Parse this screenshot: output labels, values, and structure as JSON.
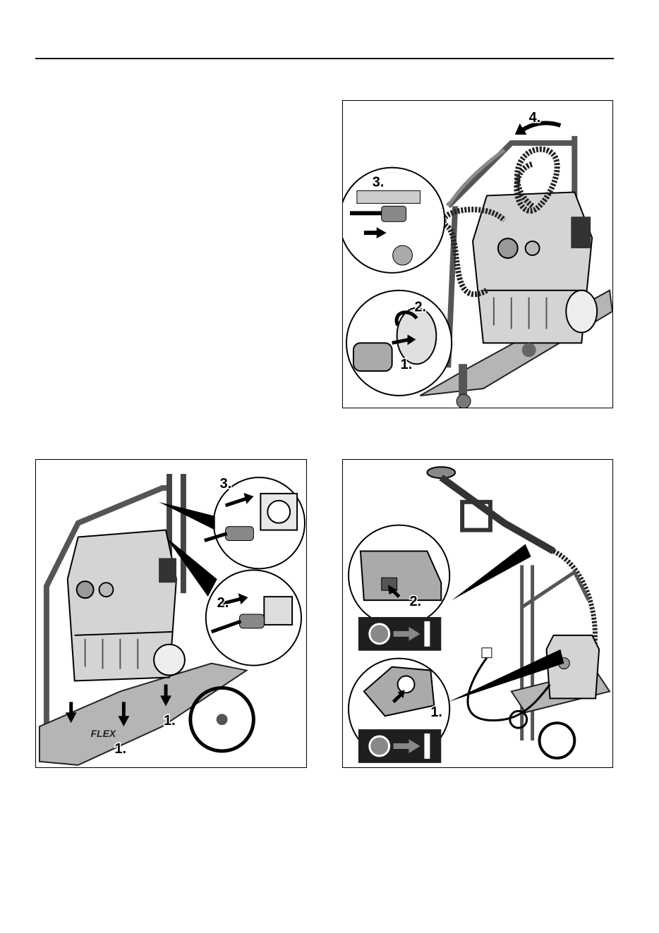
{
  "figures": [
    {
      "id": "assembly-hose-and-outlet",
      "steps": [
        "1.",
        "2.",
        "3.",
        "4."
      ]
    },
    {
      "id": "mounting-and-power",
      "steps": [
        "1.",
        "1.",
        "2.",
        "3."
      ],
      "brand_mark": "FLEX"
    },
    {
      "id": "switch-on",
      "steps": [
        "1.",
        "2."
      ],
      "switch_symbols": [
        "O",
        "I"
      ]
    }
  ],
  "colors": {
    "line": "#000000",
    "mid_gray": "#9a9a9a",
    "light_gray": "#cfcfcf",
    "dark_gray": "#3a3a3a",
    "switch_band": "#1f1f1f"
  }
}
